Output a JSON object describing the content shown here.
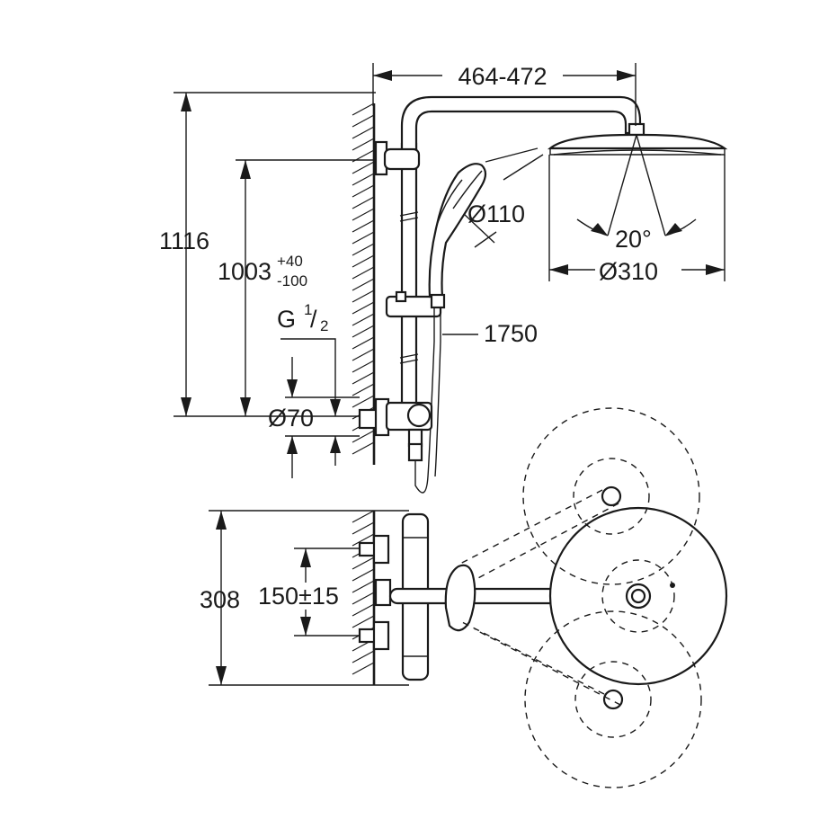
{
  "dimensions": {
    "arm_length": "464-472",
    "total_height": "1116",
    "outlet_height_base": "1003",
    "outlet_height_tol_plus": "+40",
    "outlet_height_tol_minus": "-100",
    "connection_thread_prefix": "G",
    "connection_thread_num": "1",
    "connection_thread_slash": "/",
    "connection_thread_den": "2",
    "rosette_diameter": "Ø70",
    "hand_shower_diameter": "Ø110",
    "head_shower_diameter": "Ø310",
    "head_tilt_angle": "20°",
    "hose_length": "1750",
    "depth": "308",
    "inlet_spacing": "150±15"
  }
}
